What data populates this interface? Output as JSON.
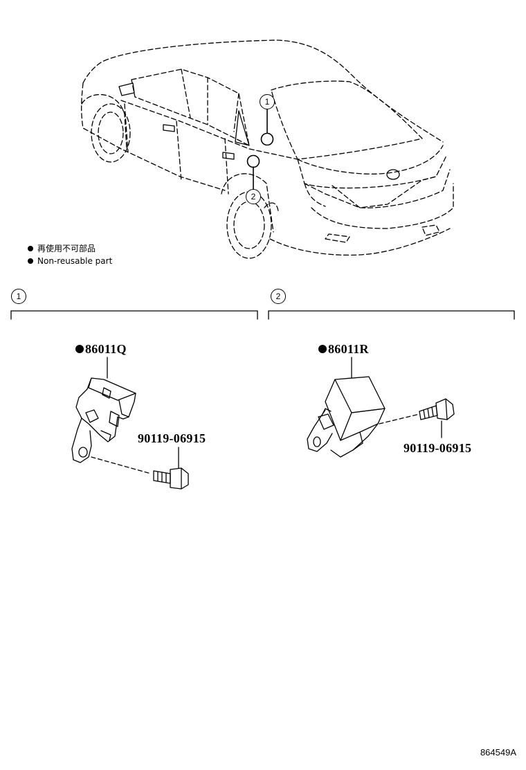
{
  "legend": {
    "line_ja": "再使用不可部品",
    "line_en": "Non-reusable part"
  },
  "callouts": {
    "c1": "1",
    "c2": "2"
  },
  "sections": [
    {
      "number": "1",
      "part_number": "86011Q",
      "non_reusable": true,
      "bolt_number": "90119-06915"
    },
    {
      "number": "2",
      "part_number": "86011R",
      "non_reusable": true,
      "bolt_number": "90119-06915"
    }
  ],
  "illustration_code": "864549A"
}
